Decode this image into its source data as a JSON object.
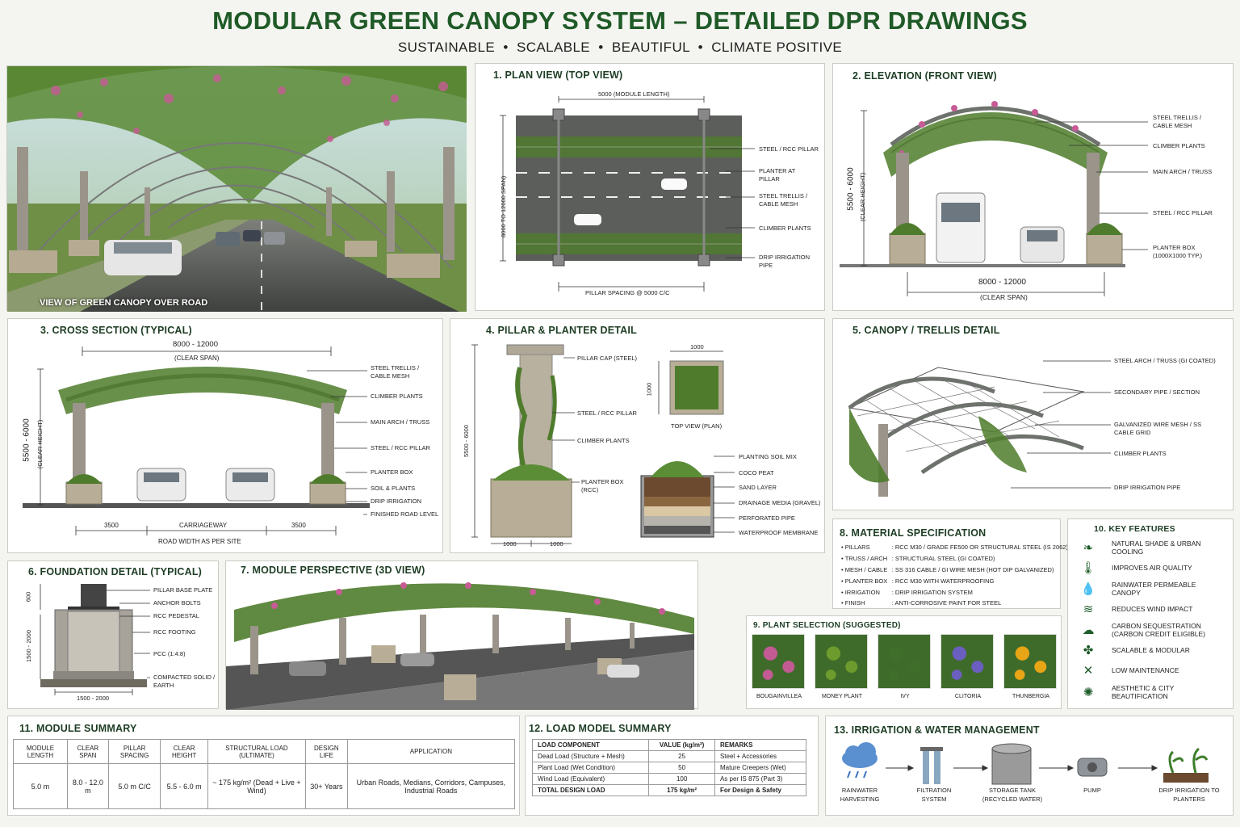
{
  "header": {
    "title": "MODULAR GREEN CANOPY SYSTEM – DETAILED DPR DRAWINGS",
    "subtitle": "SUSTAINABLE  •  SCALABLE  •  BEAUTIFUL  •  CLIMATE POSITIVE"
  },
  "photo": {
    "caption": "VIEW OF GREEN CANOPY OVER ROAD"
  },
  "plan": {
    "title": "1. PLAN VIEW (TOP VIEW)",
    "dim_top": "5000 (MODULE LENGTH)",
    "dim_side": "8000 TO 12000 SPAN)",
    "dim_bottom": "PILLAR SPACING @ 5000 C/C",
    "labels": [
      "STEEL / RCC PILLAR",
      "PLANTER AT PILLAR",
      "STEEL TRELLIS / CABLE MESH",
      "CLIMBER PLANTS",
      "DRIP IRRIGATION PIPE"
    ]
  },
  "elevation": {
    "title": "2. ELEVATION (FRONT VIEW)",
    "dim_height": "5500 - 6000",
    "dim_height_sub": "(CLEAR HEIGHT)",
    "dim_span": "8000 - 12000",
    "dim_span_sub": "(CLEAR SPAN)",
    "labels": [
      "STEEL TRELLIS / CABLE MESH",
      "CLIMBER PLANTS",
      "MAIN ARCH / TRUSS",
      "STEEL / RCC PILLAR",
      "PLANTER BOX (1000x1000 TYP.)"
    ]
  },
  "cross": {
    "title": "3. CROSS SECTION (TYPICAL)",
    "dim_span": "8000 - 12000",
    "dim_span_sub": "(CLEAR SPAN)",
    "dim_height": "5500 - 6000",
    "dim_height_sub": "(CLEAR HEIGHT)",
    "dim_left": "3500",
    "dim_mid": "CARRIAGEWAY",
    "dim_right": "3500",
    "road_width": "ROAD WIDTH AS PER SITE",
    "labels": [
      "STEEL TRELLIS / CABLE MESH",
      "CLIMBER PLANTS",
      "MAIN ARCH / TRUSS",
      "STEEL / RCC PILLAR",
      "PLANTER BOX",
      "SOIL & PLANTS",
      "DRIP IRRIGATION",
      "FINISHED ROAD LEVEL"
    ]
  },
  "pillar": {
    "title": "4. PILLAR & PLANTER DETAIL",
    "labels": [
      "PILLAR CAP (STEEL)",
      "STEEL / RCC PILLAR",
      "CLIMBER PLANTS",
      "PLANTER BOX (RCC)"
    ],
    "dim_height": "5500 - 6000",
    "dim_w1": "1000",
    "dim_w2": "1000",
    "top_dim": "1000",
    "side_dim": "1000",
    "top_view": "TOP VIEW (PLAN)",
    "layers": [
      "PLANTING SOIL MIX",
      "COCO PEAT",
      "SAND LAYER",
      "DRAINAGE MEDIA (GRAVEL)",
      "PERFORATED PIPE",
      "WATERPROOF MEMBRANE"
    ]
  },
  "trellis": {
    "title": "5. CANOPY / TRELLIS DETAIL",
    "labels": [
      "STEEL ARCH / TRUSS (GI COATED)",
      "SECONDARY PIPE / SECTION",
      "GALVANIZED WIRE MESH / SS CABLE GRID",
      "CLIMBER PLANTS",
      "DRIP IRRIGATION PIPE"
    ]
  },
  "foundation": {
    "title": "6. FOUNDATION DETAIL (TYPICAL)",
    "labels": [
      "PILLAR BASE PLATE",
      "ANCHOR BOLTS",
      "RCC PEDESTAL",
      "RCC FOOTING",
      "PCC (1:4:8)",
      "COMPACTED SOLID / EARTH"
    ],
    "dim_top": "600",
    "dim_side": "1500 - 2000",
    "dim_bottom": "1500 - 2000"
  },
  "perspective": {
    "title": "7. MODULE PERSPECTIVE (3D VIEW)"
  },
  "material": {
    "title": "8. MATERIAL SPECIFICATION",
    "rows": [
      {
        "k": "PILLARS",
        "v": ": RCC M30 / GRADE Fe500 OR STRUCTURAL STEEL (IS 2062)"
      },
      {
        "k": "TRUSS / ARCH",
        "v": ": STRUCTURAL STEEL (GI COATED)"
      },
      {
        "k": "MESH / CABLE",
        "v": ": SS 316 CABLE / GI WIRE MESH (HOT DIP GALVANIZED)"
      },
      {
        "k": "PLANTER BOX",
        "v": ": RCC M30 WITH WATERPROOFING"
      },
      {
        "k": "IRRIGATION",
        "v": ": DRIP IRRIGATION SYSTEM"
      },
      {
        "k": "FINISH",
        "v": ": ANTI-CORROSIVE PAINT FOR STEEL"
      }
    ]
  },
  "plants": {
    "title": "9. PLANT SELECTION (SUGGESTED)",
    "items": [
      {
        "name": "BOUGAINVILLEA",
        "color": "#c25a93"
      },
      {
        "name": "MONEY PLANT",
        "color": "#6d9b2d"
      },
      {
        "name": "IVY",
        "color": "#3f6e2a"
      },
      {
        "name": "CLITORIA",
        "color": "#6a5fc0"
      },
      {
        "name": "THUNBERGIA",
        "color": "#e8a516"
      }
    ]
  },
  "features": {
    "title": "10. KEY FEATURES",
    "items": [
      {
        "label": "NATURAL SHADE & URBAN COOLING",
        "icon": "leaf-icon",
        "glyph": "❧"
      },
      {
        "label": "IMPROVES AIR QUALITY",
        "icon": "thermometer-icon",
        "glyph": "🌡"
      },
      {
        "label": "RAINWATER PERMEABLE CANOPY",
        "icon": "water-drop-icon",
        "glyph": "💧"
      },
      {
        "label": "REDUCES WIND IMPACT",
        "icon": "wind-icon",
        "glyph": "≋"
      },
      {
        "label": "CARBON SEQUESTRATION (CARBON CREDIT ELIGIBLE)",
        "icon": "co2-cloud-icon",
        "glyph": "☁"
      },
      {
        "label": "SCALABLE & MODULAR",
        "icon": "modular-icon",
        "glyph": "✤"
      },
      {
        "label": "LOW MAINTENANCE",
        "icon": "tools-icon",
        "glyph": "✕"
      },
      {
        "label": "AESTHETIC & CITY BEAUTIFICATION",
        "icon": "bulb-icon",
        "glyph": "✺"
      }
    ]
  },
  "module_summary": {
    "title": "11. MODULE SUMMARY",
    "headers": [
      "MODULE LENGTH",
      "CLEAR SPAN",
      "PILLAR SPACING",
      "CLEAR HEIGHT",
      "STRUCTURAL LOAD (ULTIMATE)",
      "DESIGN LIFE",
      "APPLICATION"
    ],
    "values": [
      "5.0 m",
      "8.0 - 12.0 m",
      "5.0 m C/C",
      "5.5 - 6.0 m",
      "~ 175 kg/m² (Dead + Live + Wind)",
      "30+ Years",
      "Urban Roads, Medians, Corridors, Campuses, Industrial Roads"
    ]
  },
  "load_summary": {
    "title": "12. LOAD MODEL SUMMARY",
    "headers": [
      "LOAD COMPONENT",
      "VALUE (kg/m²)",
      "REMARKS"
    ],
    "rows": [
      [
        "Dead Load (Structure + Mesh)",
        "25",
        "Steel + Accessories"
      ],
      [
        "Plant Load (Wet Condition)",
        "50",
        "Mature Creepers (Wet)"
      ],
      [
        "Wind Load (Equivalent)",
        "100",
        "As per IS 875 (Part 3)"
      ],
      [
        "TOTAL DESIGN LOAD",
        "175 kg/m²",
        "For Design & Safety"
      ]
    ]
  },
  "irrigation": {
    "title": "13. IRRIGATION & WATER MANAGEMENT",
    "steps": [
      "RAINWATER HARVESTING",
      "FILTRATION SYSTEM",
      "STORAGE TANK (RECYCLED WATER)",
      "PUMP",
      "DRIP IRRIGATION TO PLANTERS"
    ]
  },
  "colors": {
    "title_green": "#1f5a27",
    "foliage": "#4d7d2c",
    "flower": "#c75b95",
    "steel": "#6e726d",
    "planter": "#b8ad96"
  }
}
